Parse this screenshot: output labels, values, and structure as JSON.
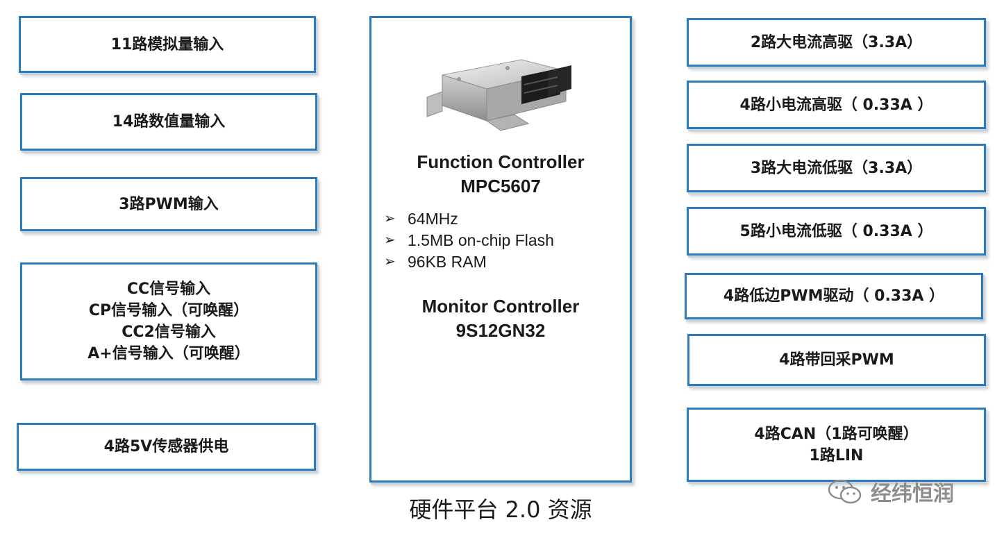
{
  "left_boxes": [
    [
      "11路模拟量输入"
    ],
    [
      "14路数值量输入"
    ],
    [
      "3路PWM输入"
    ],
    [
      "CC信号输入",
      "CP信号输入（可唤醒）",
      "CC2信号输入",
      "A+信号输入（可唤醒）"
    ],
    [
      "4路5V传感器供电"
    ]
  ],
  "right_boxes": [
    [
      "2路大电流高驱（3.3A）"
    ],
    [
      "4路小电流高驱（ 0.33A ）"
    ],
    [
      "3路大电流低驱（3.3A）"
    ],
    [
      "5路小电流低驱（ 0.33A ）"
    ],
    [
      "4路低边PWM驱动（ 0.33A ）"
    ],
    [
      "4路带回采PWM"
    ],
    [
      "4路CAN（1路可唤醒）",
      "1路LIN"
    ]
  ],
  "center": {
    "function_controller": [
      "Function Controller",
      "MPC5607"
    ],
    "specs": [
      "64MHz",
      "1.5MB on-chip Flash",
      "96KB RAM"
    ],
    "monitor_controller": [
      "Monitor Controller",
      "9S12GN32"
    ]
  },
  "caption": "硬件平台 2.0 资源",
  "watermark": "经纬恒润",
  "icons": {
    "spec_bullet": "arrowhead-bullet-icon",
    "watermark": "wechat-icon",
    "device": "ecu-housing-icon"
  }
}
